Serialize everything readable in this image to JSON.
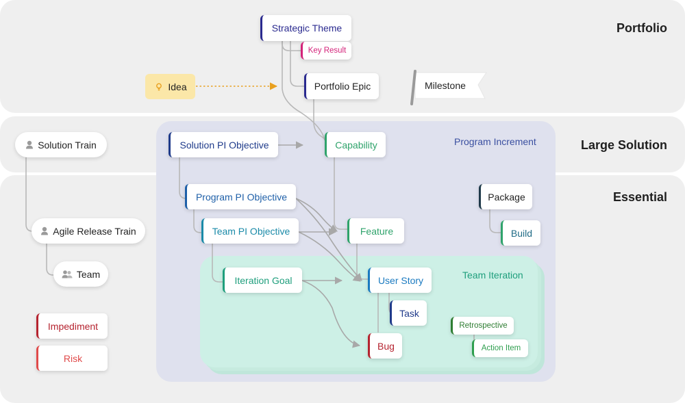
{
  "layers": {
    "portfolio": "Portfolio",
    "large_solution": "Large Solution",
    "essential": "Essential"
  },
  "regions": {
    "program_increment": "Program Increment",
    "team_iteration": "Team Iteration"
  },
  "nodes": {
    "strategic_theme": "Strategic Theme",
    "key_result": "Key Result",
    "idea": "Idea",
    "portfolio_epic": "Portfolio Epic",
    "milestone": "Milestone",
    "solution_train": "Solution Train",
    "solution_pi_objective": "Solution PI Objective",
    "capability": "Capability",
    "program_pi_objective": "Program PI Objective",
    "package": "Package",
    "agile_release_train": "Agile Release Train",
    "team_pi_objective": "Team PI Objective",
    "feature": "Feature",
    "build": "Build",
    "team": "Team",
    "iteration_goal": "Iteration Goal",
    "user_story": "User Story",
    "task": "Task",
    "retrospective": "Retrospective",
    "action_item": "Action Item",
    "bug": "Bug",
    "impediment": "Impediment",
    "risk": "Risk"
  },
  "colors": {
    "strategic": "#2a2a8f",
    "key_result": "#d4237a",
    "idea": "#e8a020",
    "capability_feature": "#2fa36b",
    "program_blue": "#1e5fa8",
    "team_teal": "#1a8aa8",
    "region_label": "#3a4fa0",
    "team_iteration": "#1e9e7c",
    "red": "#b5232f",
    "green_dark": "#2e7d32",
    "user_story": "#1a7ac0",
    "task": "#1f3a8a"
  }
}
